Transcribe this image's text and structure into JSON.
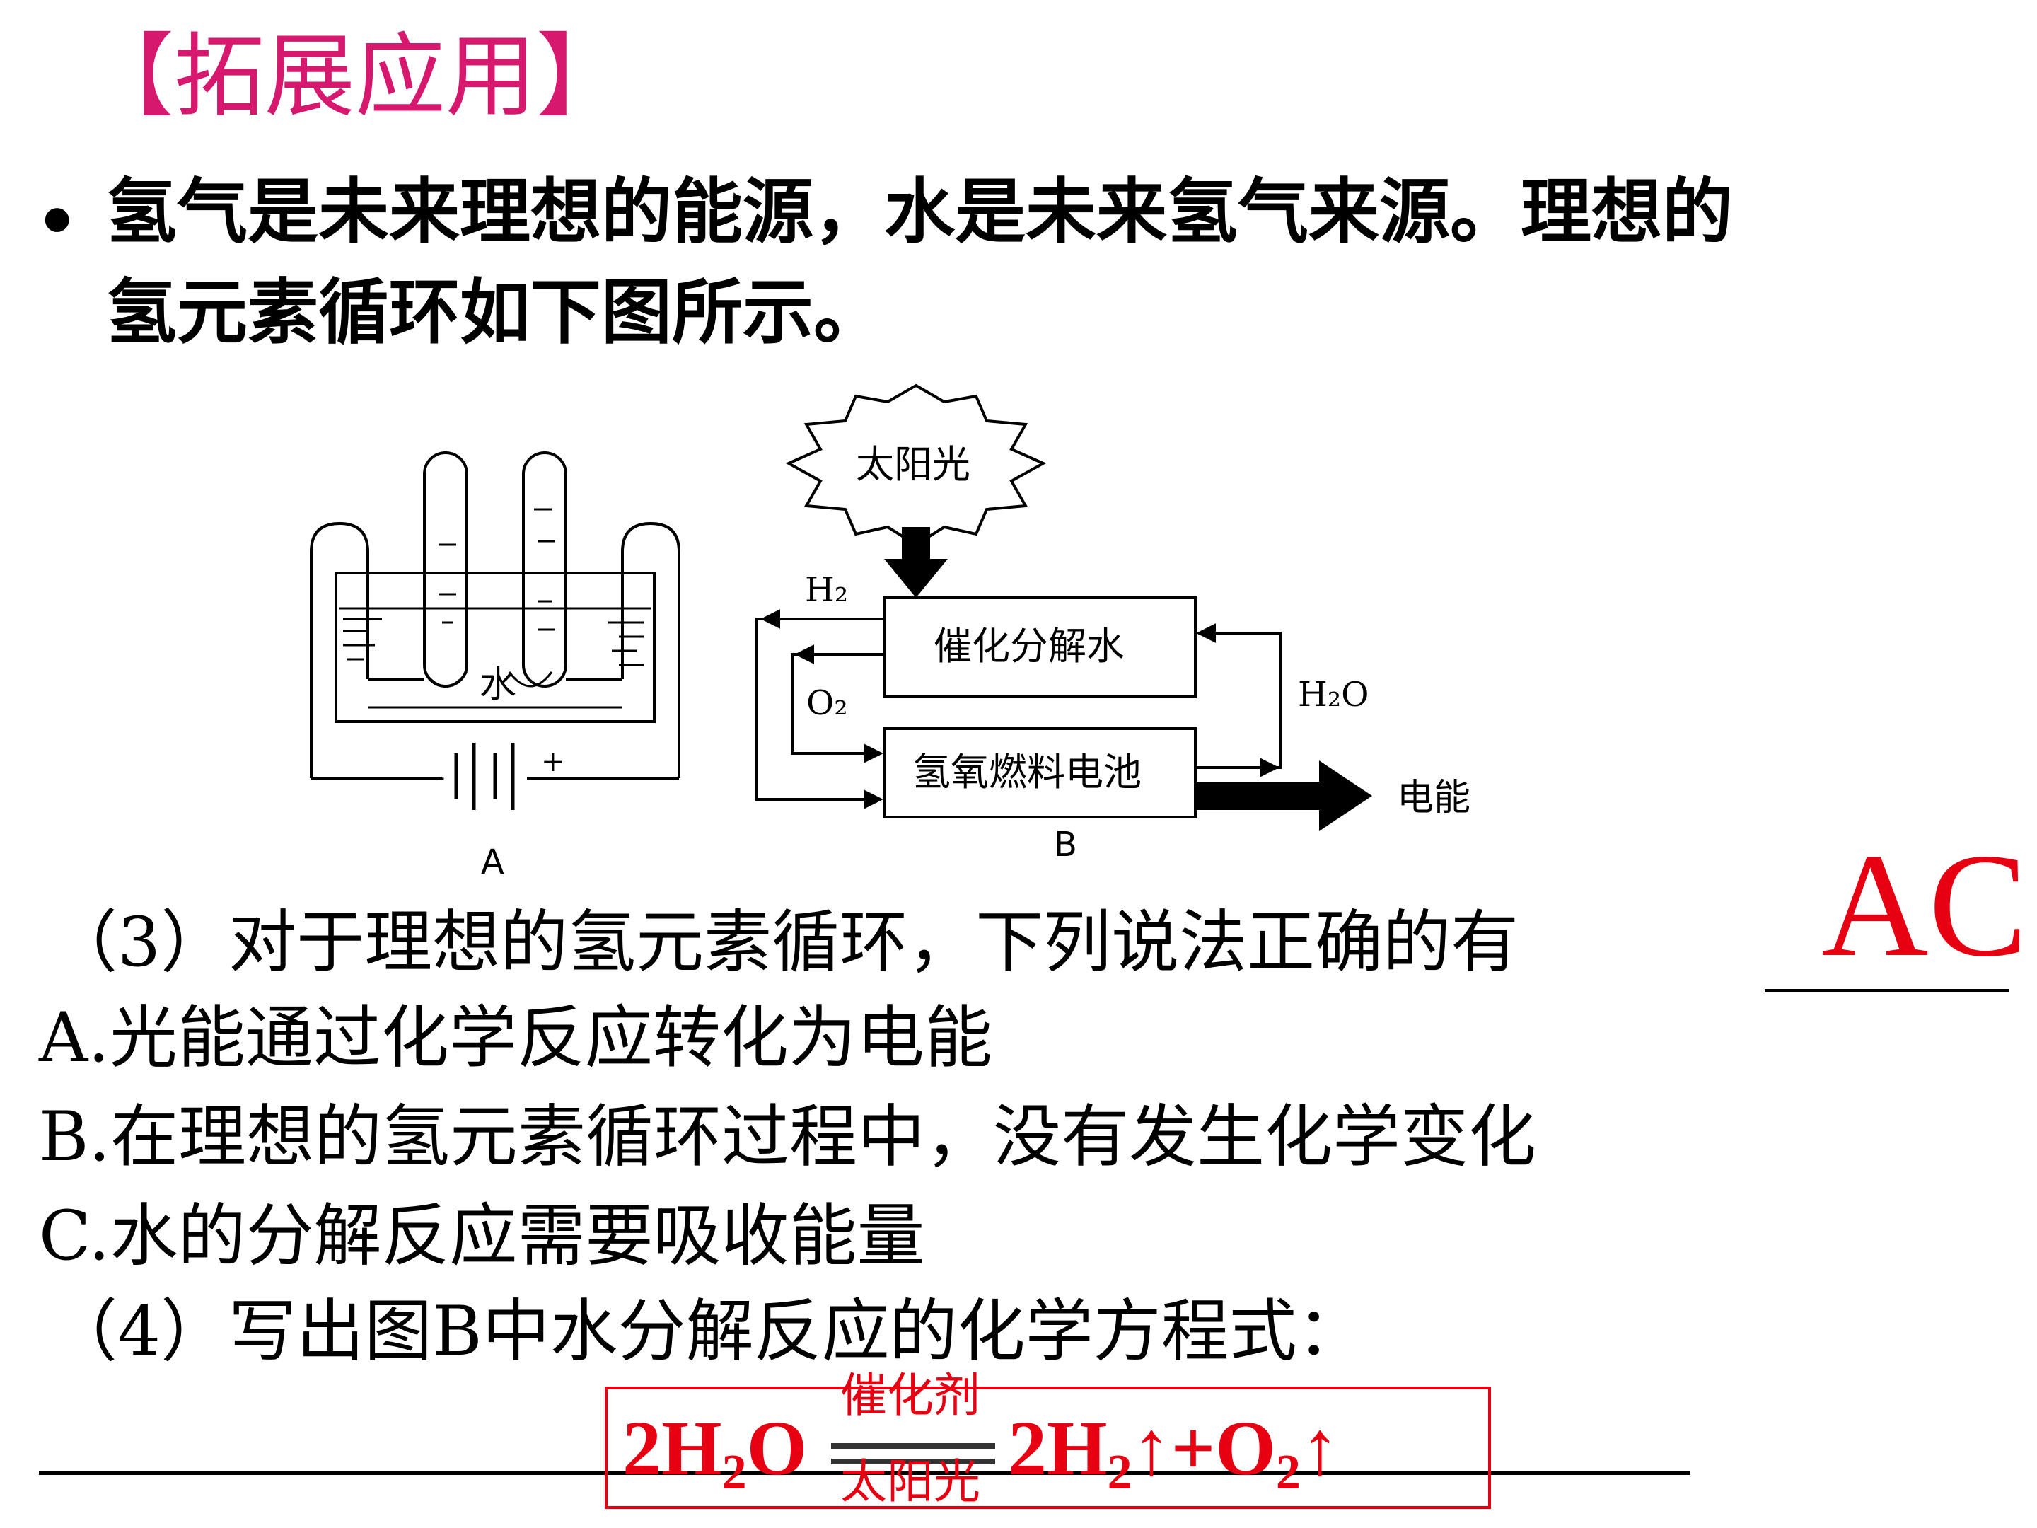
{
  "title": "【拓展应用】",
  "intro": {
    "bullet": "•",
    "line1": "氢气是未来理想的能源，水是未来氢气来源。理想的",
    "line2": "氢元素循环如下图所示。"
  },
  "diagram": {
    "a": {
      "water_label": "水",
      "battery_minus": "-",
      "battery_plus": "+",
      "label": "A"
    },
    "b": {
      "sun_label": "太阳光",
      "upper_box": "催化分解水",
      "lower_box": "氢氧燃料电池",
      "h2": "H₂",
      "o2": "O₂",
      "h2o": "H₂O",
      "output": "电能",
      "label": "B"
    }
  },
  "question3": {
    "text": "（3）对于理想的氢元素循环，下列说法正确的有",
    "answer": "AC",
    "options": [
      "A.光能通过化学反应转化为电能",
      "B.在理想的氢元素循环过程中，没有发生化学变化",
      "C.水的分解反应需要吸收能量"
    ]
  },
  "question4": {
    "text": "（4）写出图B中水分解反应的化学方程式：",
    "equation": {
      "reactant_coef": "2H",
      "reactant_sub": "2",
      "reactant_tail": "O",
      "condition_top": "催化剂",
      "condition_bottom": "太阳光",
      "product1_coef": "2H",
      "product1_sub": "2",
      "product1_arrow": "↑+O",
      "product2_sub": "2",
      "product2_arrow": "↑"
    }
  },
  "colors": {
    "title": "#d6186e",
    "answer": "#e60012"
  }
}
